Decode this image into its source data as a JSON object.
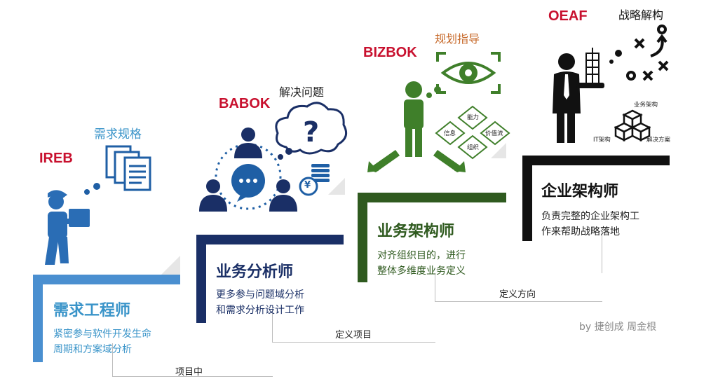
{
  "roles": [
    {
      "brand": "IREB",
      "tag": "需求规格",
      "title": "需求工程师",
      "desc_line1": "紧密参与软件开发生命",
      "desc_line2": "周期和方案域分析",
      "accent": "#2f88c9"
    },
    {
      "brand": "BABOK",
      "tag": "解决问题",
      "title": "业务分析师",
      "desc_line1": "更多参与问题域分析",
      "desc_line2": "和需求分析设计工作",
      "accent": "#1a2f66"
    },
    {
      "brand": "BIZBOK",
      "tag": "规划指导",
      "title": "业务架构师",
      "desc_line1": "对齐组织目的，进行",
      "desc_line2": "整体多维度业务定义",
      "accent": "#2f5a1f"
    },
    {
      "brand": "OEAF",
      "tag": "战略解构",
      "title": "企业架构师",
      "desc_line1": "负责完整的企业架构工",
      "desc_line2": "作来帮助战略落地",
      "accent": "#111111"
    }
  ],
  "stair_labels": [
    "项目中",
    "定义项目",
    "定义方向"
  ],
  "bizbok_diamonds": [
    "能力",
    "信息",
    "价值流",
    "组织"
  ],
  "oeaf_cube_labels": [
    "业务架构",
    "IT架构",
    "解决方案"
  ],
  "babok_currency": "¥",
  "credit": "by 捷创成 周金根"
}
